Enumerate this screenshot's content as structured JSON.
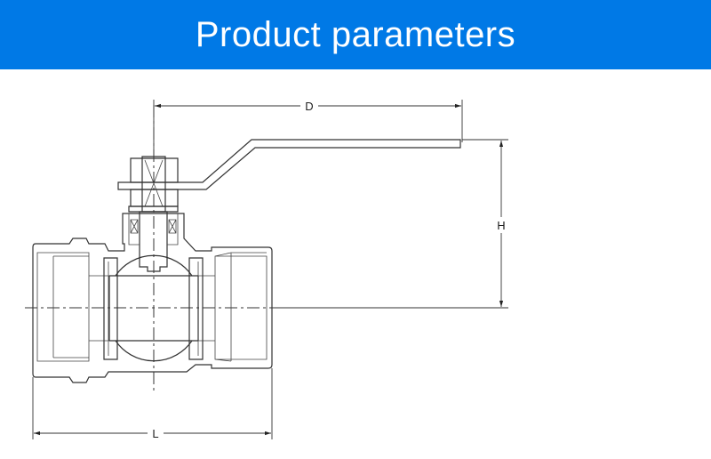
{
  "header": {
    "title": "Product parameters",
    "background": "#0079e6"
  },
  "drawing": {
    "subject": "ball-valve",
    "dimensions": {
      "D": "D",
      "H": "H",
      "L": "L"
    }
  }
}
